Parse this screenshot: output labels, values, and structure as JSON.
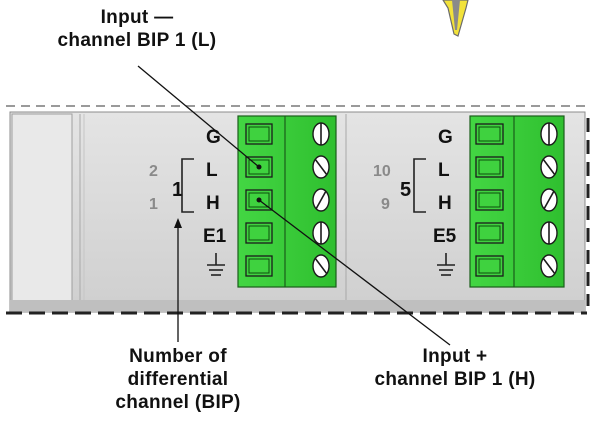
{
  "callouts": {
    "input_minus": {
      "line1": "Input —",
      "line2": "channel BIP 1 (L)"
    },
    "input_plus": {
      "line1": "Input +",
      "line2": "channel BIP 1 (H)"
    },
    "channel_number": {
      "line1": "Number of",
      "line2": "differential",
      "line3": "channel (BIP)"
    }
  },
  "module": {
    "block_left": {
      "terminals": [
        "G",
        "L",
        "H",
        "E1",
        "⏚"
      ],
      "pin_numbers": [
        "2",
        "1"
      ],
      "channel": "1"
    },
    "block_right": {
      "terminals": [
        "G",
        "L",
        "H",
        "E5",
        "⏚"
      ],
      "pin_numbers": [
        "10",
        "9"
      ],
      "channel": "5"
    }
  },
  "colors": {
    "terminal_green": "#33cc33",
    "housing": "#d9d9d9",
    "screwdriver_yellow": "#f2e23a"
  }
}
